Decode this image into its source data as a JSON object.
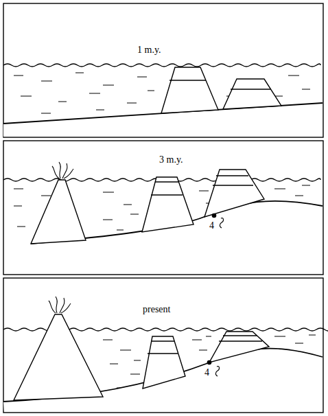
{
  "diagram": {
    "labels": [
      "1 m.y.",
      "3 m.y.",
      "present",
      "4",
      "4"
    ]
  }
}
